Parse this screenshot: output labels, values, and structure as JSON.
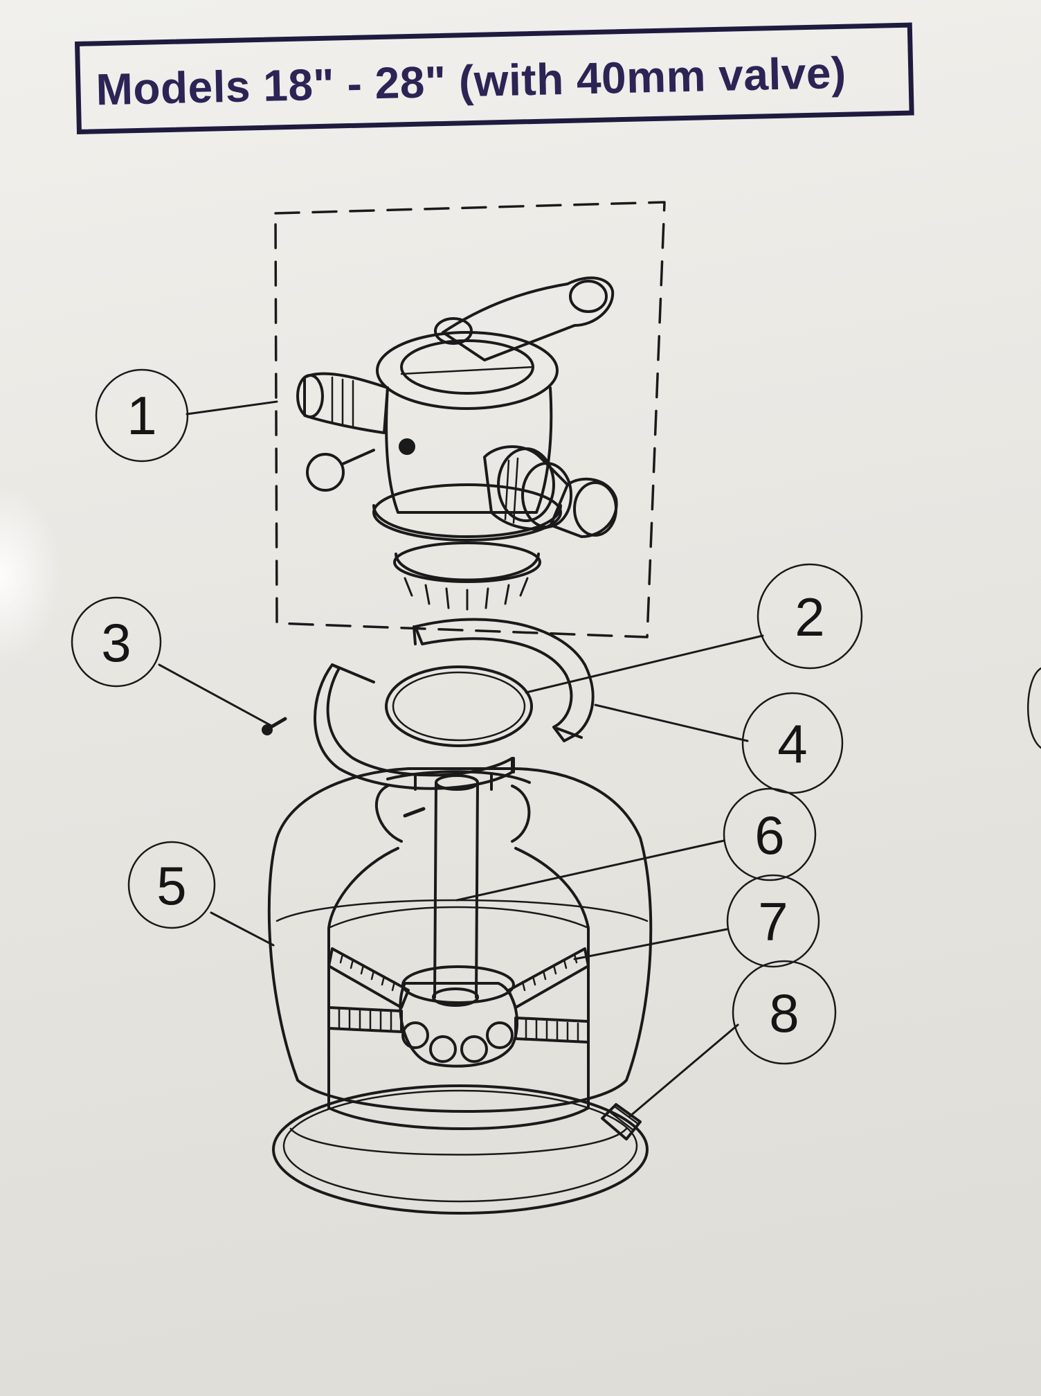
{
  "title": "Models 18\" - 28\" (with 40mm valve)",
  "callouts": [
    {
      "id": "c1",
      "label": "1",
      "icon": "multiport-valve"
    },
    {
      "id": "c2",
      "label": "2",
      "icon": "o-ring"
    },
    {
      "id": "c3",
      "label": "3",
      "icon": "screw"
    },
    {
      "id": "c4",
      "label": "4",
      "icon": "clamp"
    },
    {
      "id": "c5",
      "label": "5",
      "icon": "filter-tank"
    },
    {
      "id": "c6",
      "label": "6",
      "icon": "center-pipe"
    },
    {
      "id": "c7",
      "label": "7",
      "icon": "laterals"
    },
    {
      "id": "c8",
      "label": "8",
      "icon": "drain-plug"
    }
  ],
  "colors": {
    "line": "#1a1a1a",
    "title_border": "#1e1b3f",
    "title_text": "#2b2455",
    "background": "#ecebe7"
  }
}
